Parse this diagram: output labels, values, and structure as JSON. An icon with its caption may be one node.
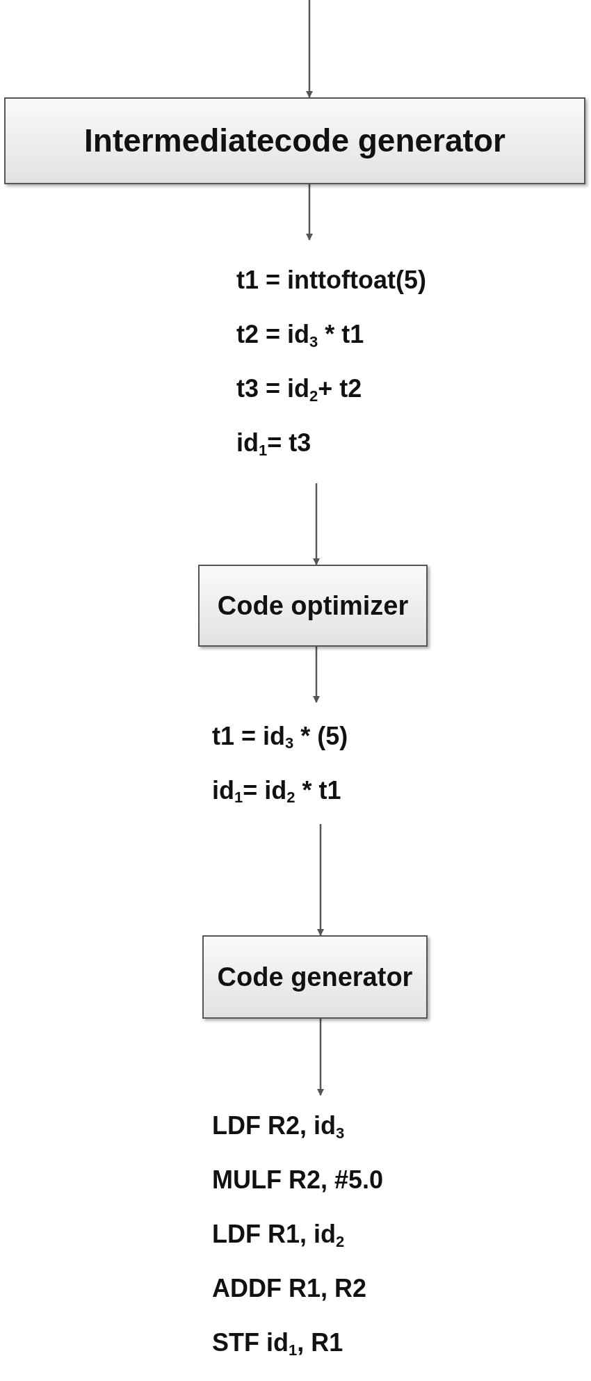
{
  "diagram": {
    "nodes": [
      {
        "text": [
          "Intermediatecode generator"
        ]
      },
      {
        "text": [
          "t1 = inttoftoat(5)",
          "t2 = id$_{3}$ * t1",
          "t3 = id$_{2}$+ t2",
          "id$_{1}$= t3"
        ]
      },
      {
        "text": [
          "Code optimizer"
        ]
      },
      {
        "text": [
          "t1 = id$_{3}$ * (5)",
          "id$_{1}$= id$_{2}$ * t1"
        ]
      },
      {
        "text": [
          "Code generator"
        ]
      },
      {
        "text": [
          "LDF R2, id$_{3}$",
          "MULF R2, #5.0",
          "LDF R1, id$_{2}$",
          "ADDF R1, R2",
          "STF id$_{1}$, R1"
        ]
      }
    ],
    "edges": [
      {
        "from": null,
        "to": 0,
        "arrow": "to"
      },
      {
        "from": 0,
        "to": 1,
        "arrow": "to"
      },
      {
        "from": 1,
        "to": 2,
        "arrow": "to"
      },
      {
        "from": 2,
        "to": 3,
        "arrow": "to"
      },
      {
        "from": 3,
        "to": 4,
        "arrow": "to"
      },
      {
        "from": 4,
        "to": 5,
        "arrow": "to"
      }
    ]
  }
}
